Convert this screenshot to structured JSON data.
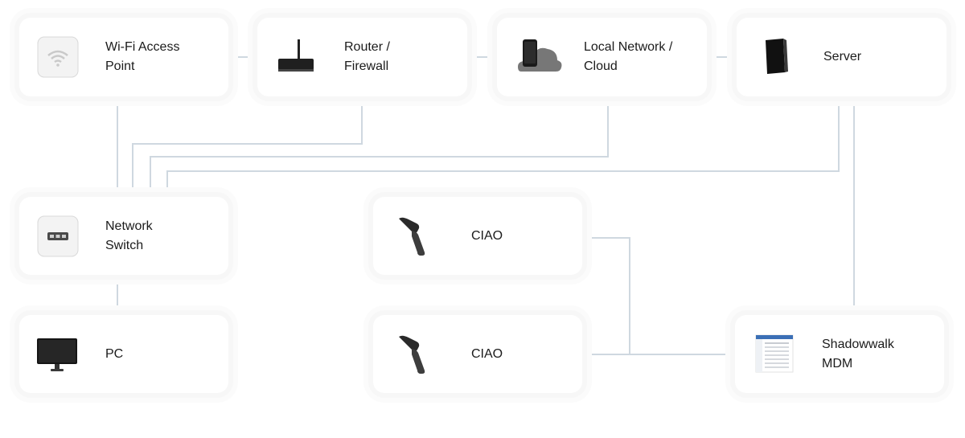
{
  "diagram": {
    "nodes": [
      {
        "id": "wifi",
        "lines": [
          "Wi-Fi  Access",
          "Point"
        ],
        "icon": "wifi-access-point-icon"
      },
      {
        "id": "router",
        "lines": [
          "Router /",
          "Firewall"
        ],
        "icon": "router-icon"
      },
      {
        "id": "cloud",
        "lines": [
          "Local Network /",
          "Cloud"
        ],
        "icon": "phone-cloud-icon"
      },
      {
        "id": "server",
        "lines": [
          "Server"
        ],
        "icon": "server-icon"
      },
      {
        "id": "switch",
        "lines": [
          "Network",
          "Switch"
        ],
        "icon": "network-switch-icon"
      },
      {
        "id": "pc",
        "lines": [
          "PC"
        ],
        "icon": "monitor-icon"
      },
      {
        "id": "ciao1",
        "lines": [
          "CIAO"
        ],
        "icon": "barcode-scanner-icon"
      },
      {
        "id": "ciao2",
        "lines": [
          "CIAO"
        ],
        "icon": "barcode-scanner-icon"
      },
      {
        "id": "mdm",
        "lines": [
          "Shadowwalk",
          "MDM"
        ],
        "icon": "mdm-dashboard-icon"
      }
    ],
    "colors": {
      "link": "#cfd8e0",
      "label": "#1b1b1b"
    }
  }
}
